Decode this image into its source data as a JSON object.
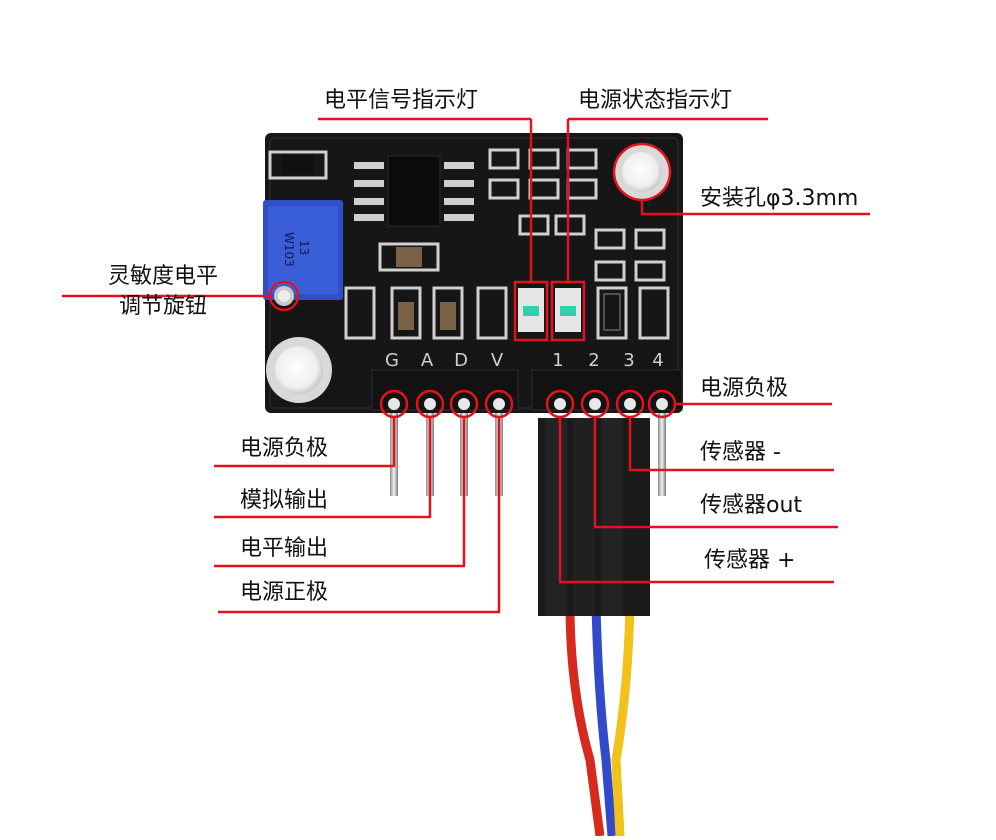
{
  "labels": {
    "level_signal_led": "电平信号指示灯",
    "power_status_led": "电源状态指示灯",
    "mount_hole": "安装孔φ3.3mm",
    "sensitivity_knob_line1": "灵敏度电平",
    "sensitivity_knob_line2": "调节旋钮",
    "ground_right": "电源负极",
    "sensor_minus": "传感器 -",
    "sensor_out": "传感器out",
    "sensor_plus": "传感器 +",
    "ground_left": "电源负极",
    "analog_out": "模拟输出",
    "level_out": "电平输出",
    "power_positive": "电源正极"
  },
  "board": {
    "left_pins": [
      "G",
      "A",
      "D",
      "V"
    ],
    "right_pins": [
      "1",
      "2",
      "3",
      "4"
    ],
    "pot_marking_line1": "13",
    "pot_marking_line2": "W103"
  },
  "colors": {
    "callout_red": "#e0121f",
    "board": "#161616",
    "pot_blue": "#2e4fc8",
    "wire_red": "#d62a1f",
    "wire_blue": "#3249c9",
    "wire_yellow": "#f0c21a"
  }
}
